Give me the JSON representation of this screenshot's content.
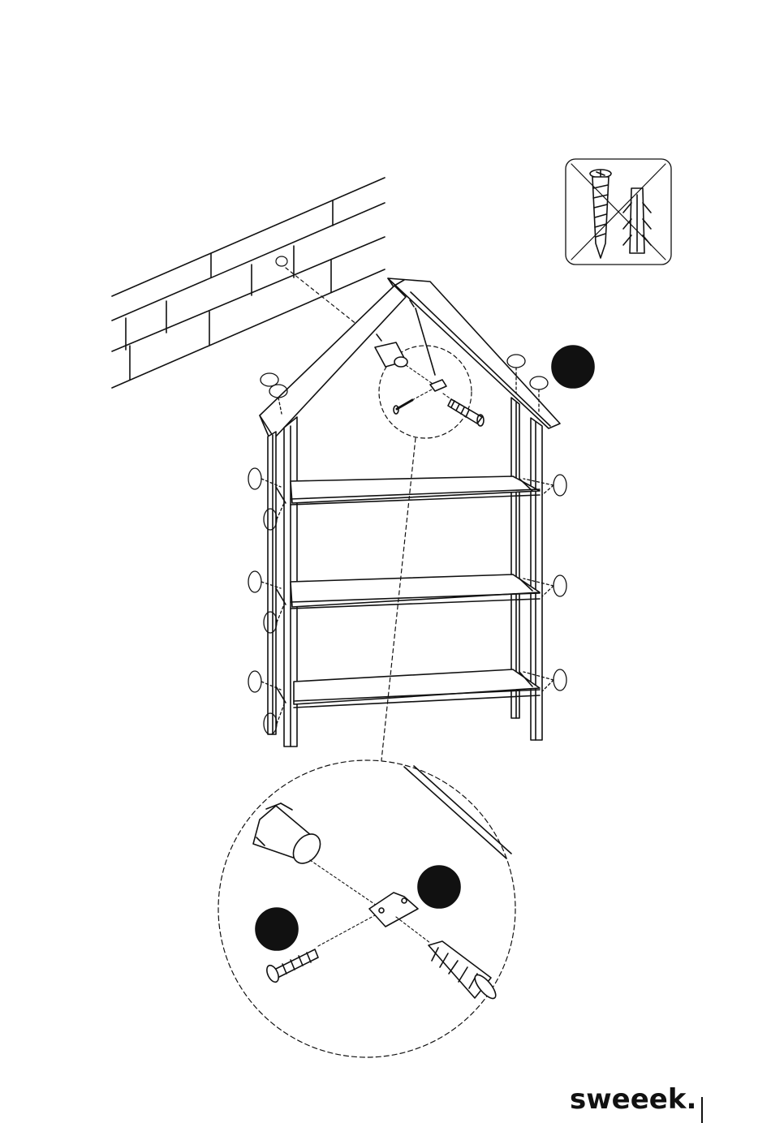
{
  "document": {
    "brand_logo": "sweeek.",
    "callout_badges": [
      {
        "id": "badge-a",
        "label": ""
      },
      {
        "id": "badge-b",
        "label": ""
      },
      {
        "id": "badge-c",
        "label": ""
      }
    ],
    "hardware_notice": {
      "icons": [
        "screw-icon",
        "wall-plug-icon"
      ],
      "state": "crossed-out"
    },
    "colors": {
      "ink": "#111111",
      "badge": "#111111",
      "background": "#ffffff"
    }
  }
}
